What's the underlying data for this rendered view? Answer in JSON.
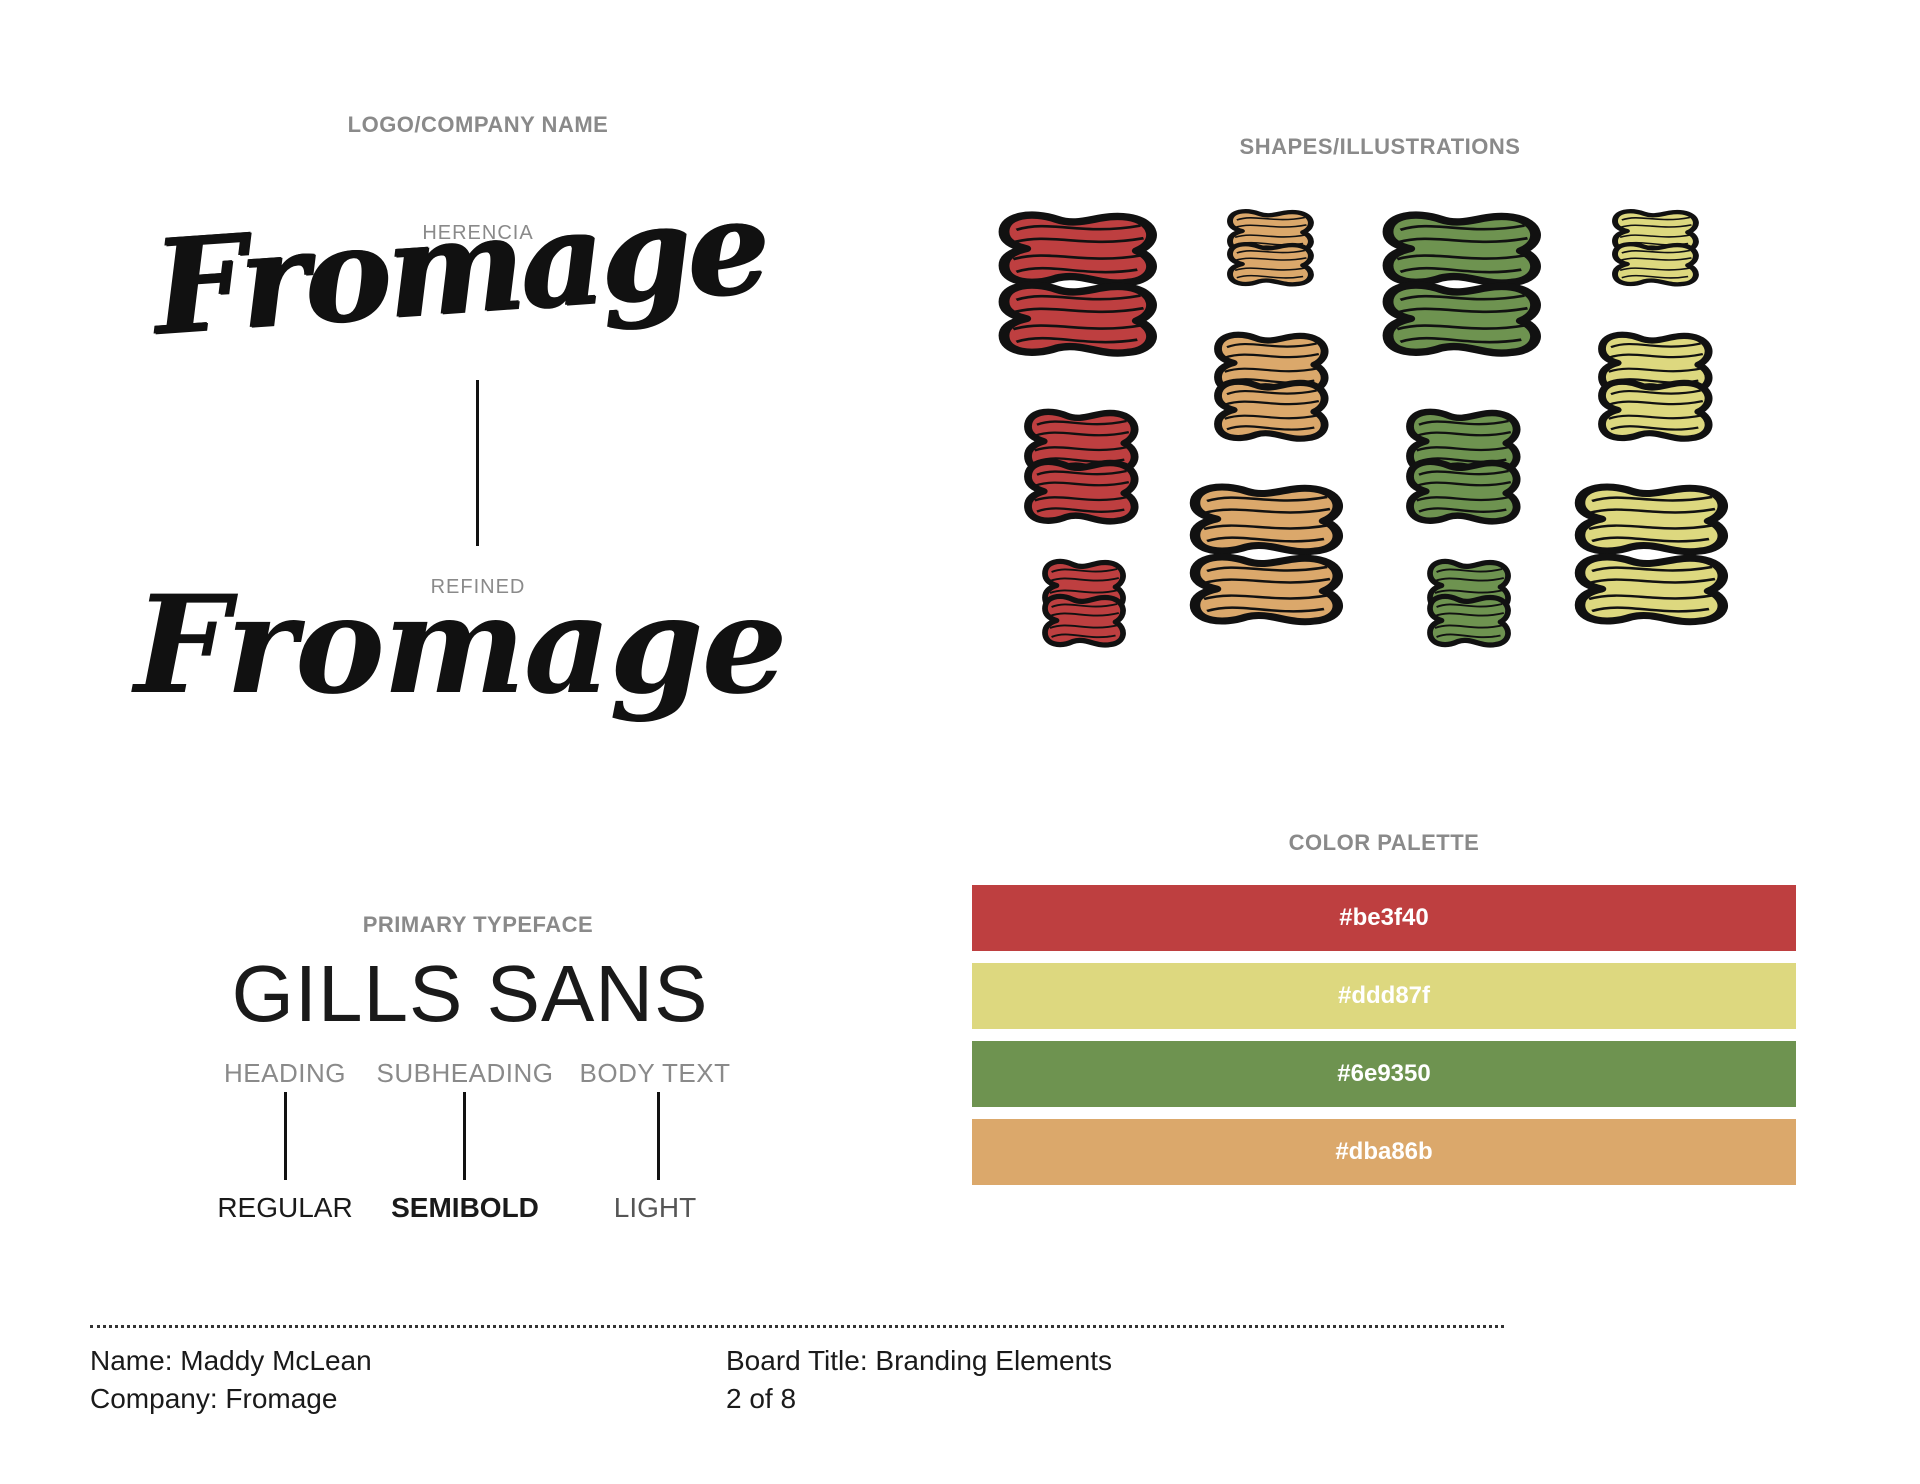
{
  "sections": {
    "logo_title": "LOGO/COMPANY NAME",
    "shapes_title": "SHAPES/ILLUSTRATIONS",
    "palette_title": "COLOR PALETTE",
    "typeface_title": "PRIMARY TYPEFACE"
  },
  "logo": {
    "herencia_label": "HERENCIA",
    "herencia_text": "Fromage",
    "refined_label": "REFINED",
    "refined_text": "Fromage"
  },
  "typeface": {
    "name": "GILLS SANS",
    "roles": [
      {
        "label": "HEADING",
        "weight": "REGULAR"
      },
      {
        "label": "SUBHEADING",
        "weight": "SEMIBOLD"
      },
      {
        "label": "BODY TEXT",
        "weight": "LIGHT"
      }
    ]
  },
  "palette": {
    "swatches": [
      {
        "hex": "#be3f40"
      },
      {
        "hex": "#ddd87f"
      },
      {
        "hex": "#6e9350"
      },
      {
        "hex": "#dba86b"
      }
    ]
  },
  "shapes": {
    "colors": {
      "red": "#be3f40",
      "orange": "#dba86b",
      "green": "#6e9350",
      "yellow": "#ddd87f"
    }
  },
  "footer": {
    "name": "Name: Maddy McLean",
    "company": "Company: Fromage",
    "board_title": "Board Title:  Branding Elements",
    "page": "2 of 8"
  }
}
